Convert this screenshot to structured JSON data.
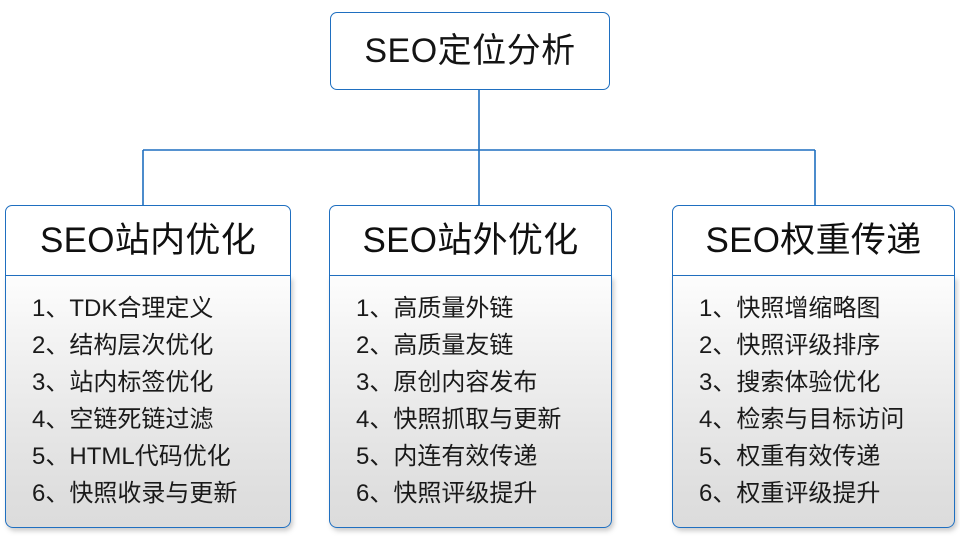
{
  "diagram": {
    "root": {
      "title": "SEO定位分析"
    },
    "connector_color": "#1f6fc0",
    "columns": [
      {
        "header": "SEO站内优化",
        "items": [
          {
            "num": "1、",
            "text": "TDK合理定义"
          },
          {
            "num": "2、",
            "text": "结构层次优化"
          },
          {
            "num": "3、",
            "text": "站内标签优化"
          },
          {
            "num": "4、",
            "text": "空链死链过滤"
          },
          {
            "num": "5、",
            "text": "HTML代码优化"
          },
          {
            "num": "6、",
            "text": "快照收录与更新"
          }
        ]
      },
      {
        "header": "SEO站外优化",
        "items": [
          {
            "num": "1、",
            "text": "高质量外链"
          },
          {
            "num": "2、",
            "text": "高质量友链"
          },
          {
            "num": "3、",
            "text": "原创内容发布"
          },
          {
            "num": "4、",
            "text": "快照抓取与更新"
          },
          {
            "num": "5、",
            "text": "内连有效传递"
          },
          {
            "num": "6、",
            "text": "快照评级提升"
          }
        ]
      },
      {
        "header": "SEO权重传递",
        "items": [
          {
            "num": "1、",
            "text": "快照增缩略图"
          },
          {
            "num": "2、",
            "text": "快照评级排序"
          },
          {
            "num": "3、",
            "text": "搜索体验优化"
          },
          {
            "num": "4、",
            "text": "检索与目标访问"
          },
          {
            "num": "5、",
            "text": "权重有效传递"
          },
          {
            "num": "6、",
            "text": "权重评级提升"
          }
        ]
      }
    ]
  }
}
